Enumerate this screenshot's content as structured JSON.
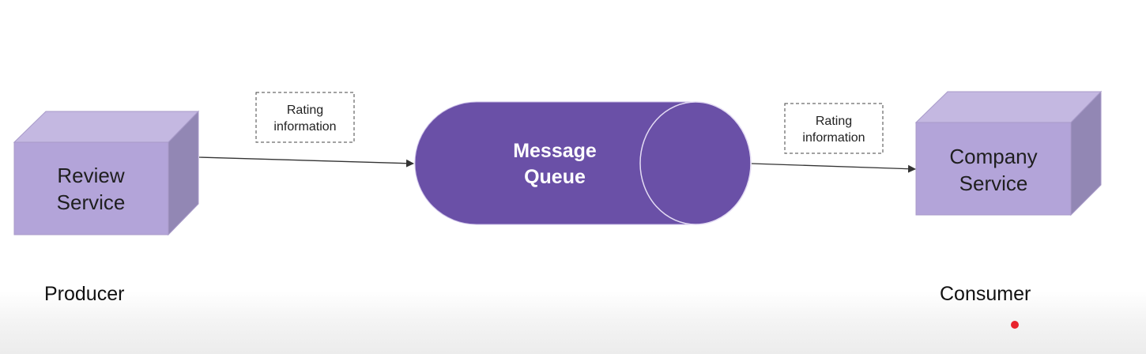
{
  "producer": {
    "service_line1": "Review",
    "service_line2": "Service",
    "role": "Producer"
  },
  "queue": {
    "line1": "Message",
    "line2": "Queue"
  },
  "consumer": {
    "service_line1": "Company",
    "service_line2": "Service",
    "role": "Consumer"
  },
  "messages": [
    {
      "line1": "Rating",
      "line2": "information"
    },
    {
      "line1": "Rating",
      "line2": "information"
    }
  ],
  "colors": {
    "cube_front": "#b3a4d9",
    "cube_top": "#c4b8e1",
    "cube_side": "#9287b4",
    "queue_fill": "#6a50a7",
    "arrow": "#333333",
    "pointer": "#e8232d"
  }
}
